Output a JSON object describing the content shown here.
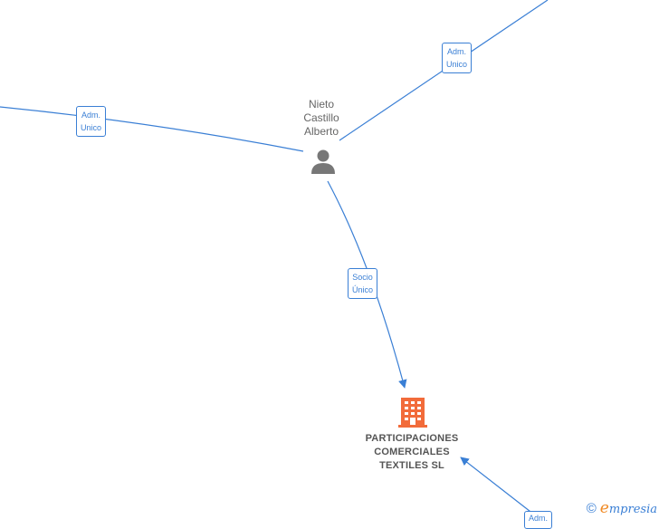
{
  "nodes": {
    "person": {
      "name_lines": [
        "Nieto",
        "Castillo",
        "Alberto"
      ],
      "icon": "person-icon",
      "color": "#777777"
    },
    "company": {
      "name_lines": [
        "PARTICIPACIONES",
        "COMERCIALES",
        "TEXTILES  SL"
      ],
      "icon": "building-icon",
      "color": "#f26b3a"
    }
  },
  "edges": [
    {
      "label_lines": [
        "Adm.",
        "Unico"
      ]
    },
    {
      "label_lines": [
        "Adm.",
        "Unico"
      ]
    },
    {
      "label_lines": [
        "Socio",
        "Único"
      ]
    },
    {
      "label_lines": [
        "Adm."
      ]
    }
  ],
  "colors": {
    "edge": "#3a7fd5",
    "brand_accent": "#f08a24"
  },
  "watermark": {
    "symbol": "©",
    "brand_initial": "e",
    "brand_rest": "mpresia"
  }
}
